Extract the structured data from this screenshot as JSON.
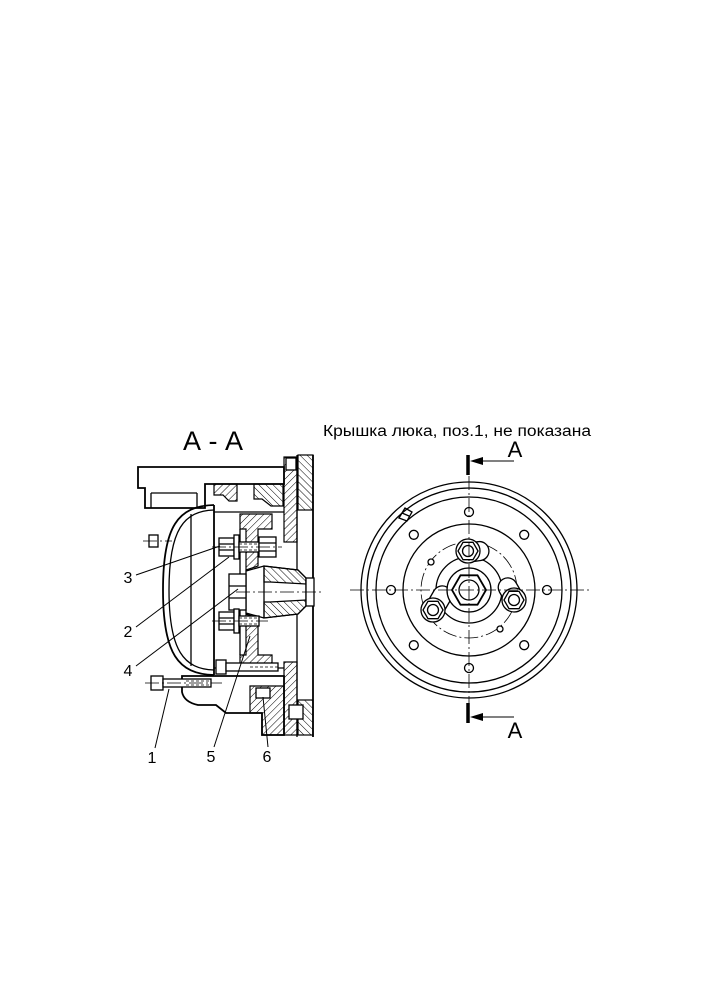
{
  "section_view": {
    "title": "А - А",
    "callouts": [
      "3",
      "2",
      "4",
      "1",
      "5",
      "6"
    ]
  },
  "front_view": {
    "note": "Крышка люка, поз.1, не показана",
    "cut_label_top": "А",
    "cut_label_bottom": "А"
  }
}
